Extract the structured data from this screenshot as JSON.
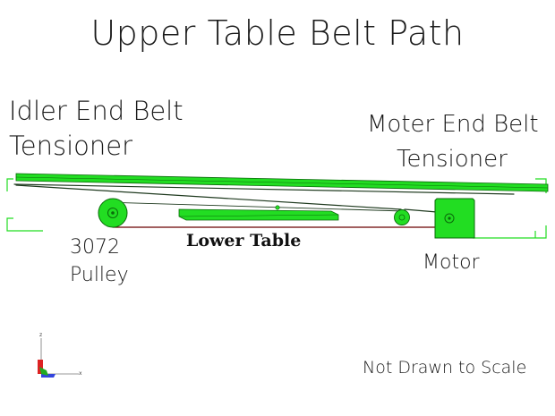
{
  "title": "Upper Table Belt Path",
  "labels": {
    "idler_end_line1": "Idler End Belt",
    "idler_end_line2": "Tensioner",
    "motor_end_line1": "Moter End Belt",
    "motor_end_line2": "Tensioner",
    "lower_table": "Lower Table",
    "pulley_line1": "3072",
    "pulley_line2": "Pulley",
    "motor": "Motor",
    "note": "Not Drawn to Scale"
  },
  "axis_triad": {
    "z": "z",
    "x": "x"
  },
  "colors": {
    "part_green": "#22dd22",
    "part_edge": "#0a6a0a",
    "belt": "#1f3a1f",
    "lower_belt": "#6a0000",
    "axis_red": "#dd2222",
    "axis_green": "#22aa22",
    "axis_blue": "#3344dd"
  }
}
